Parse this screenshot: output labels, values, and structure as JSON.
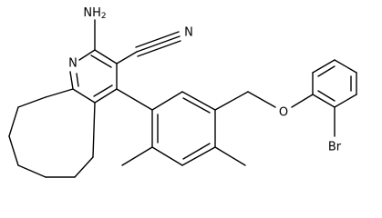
{
  "atoms": {
    "amine": {
      "symbol": "NH",
      "subscript": "2"
    },
    "ring_nitrogen": "N",
    "nitrile_nitrogen": "N",
    "ether_oxygen": "O",
    "bromine": "Br"
  }
}
